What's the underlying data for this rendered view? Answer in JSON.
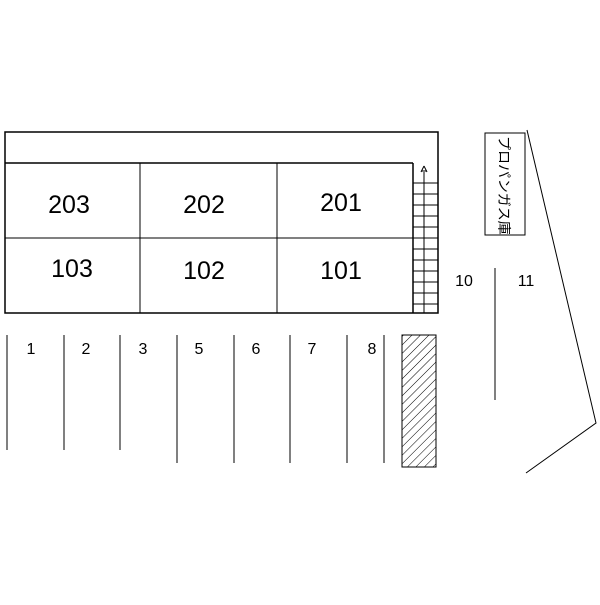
{
  "units": {
    "upper": [
      "203",
      "202",
      "201"
    ],
    "lower": [
      "103",
      "102",
      "101"
    ]
  },
  "parking": [
    "1",
    "2",
    "3",
    "5",
    "6",
    "7",
    "8",
    "10",
    "11"
  ],
  "propane_storage": {
    "label": "プロパンガス庫"
  },
  "colors": {
    "line": "#000000",
    "background": "#ffffff"
  }
}
